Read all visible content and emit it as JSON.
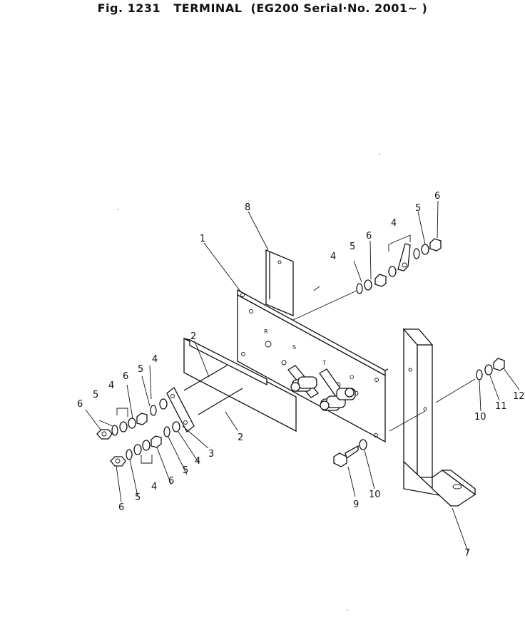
{
  "figure": {
    "fig_label": "Fig. 1231",
    "name": "TERMINAL",
    "applicability": "(EG200 Serial·No. 2001~ )"
  },
  "terminal_marks": {
    "r": "R",
    "s": "S",
    "t": "T",
    "o": "O"
  },
  "callouts": [
    {
      "id": "c8",
      "text": "8"
    },
    {
      "id": "c1",
      "text": "1"
    },
    {
      "id": "c2a",
      "text": "2"
    },
    {
      "id": "c2b",
      "text": "2"
    },
    {
      "id": "c3",
      "text": "3"
    },
    {
      "id": "c4r1",
      "text": "4"
    },
    {
      "id": "c5r1",
      "text": "5"
    },
    {
      "id": "c6r1",
      "text": "6"
    },
    {
      "id": "c4r2",
      "text": "4"
    },
    {
      "id": "c5r2",
      "text": "5"
    },
    {
      "id": "c6r2",
      "text": "6"
    },
    {
      "id": "c6l1",
      "text": "6"
    },
    {
      "id": "c5l1",
      "text": "5"
    },
    {
      "id": "c4l1",
      "text": "4"
    },
    {
      "id": "c6l2",
      "text": "6"
    },
    {
      "id": "c5l2",
      "text": "5"
    },
    {
      "id": "c4l2",
      "text": "4"
    },
    {
      "id": "c6l3",
      "text": "6"
    },
    {
      "id": "c5l3",
      "text": "5"
    },
    {
      "id": "c4l3",
      "text": "4"
    },
    {
      "id": "c6l4",
      "text": "6"
    },
    {
      "id": "c5l4",
      "text": "5"
    },
    {
      "id": "c4l4",
      "text": "4"
    },
    {
      "id": "c9",
      "text": "9"
    },
    {
      "id": "c10a",
      "text": "10"
    },
    {
      "id": "c10b",
      "text": "10"
    },
    {
      "id": "c11",
      "text": "11"
    },
    {
      "id": "c12",
      "text": "12"
    },
    {
      "id": "c7",
      "text": "7"
    }
  ]
}
